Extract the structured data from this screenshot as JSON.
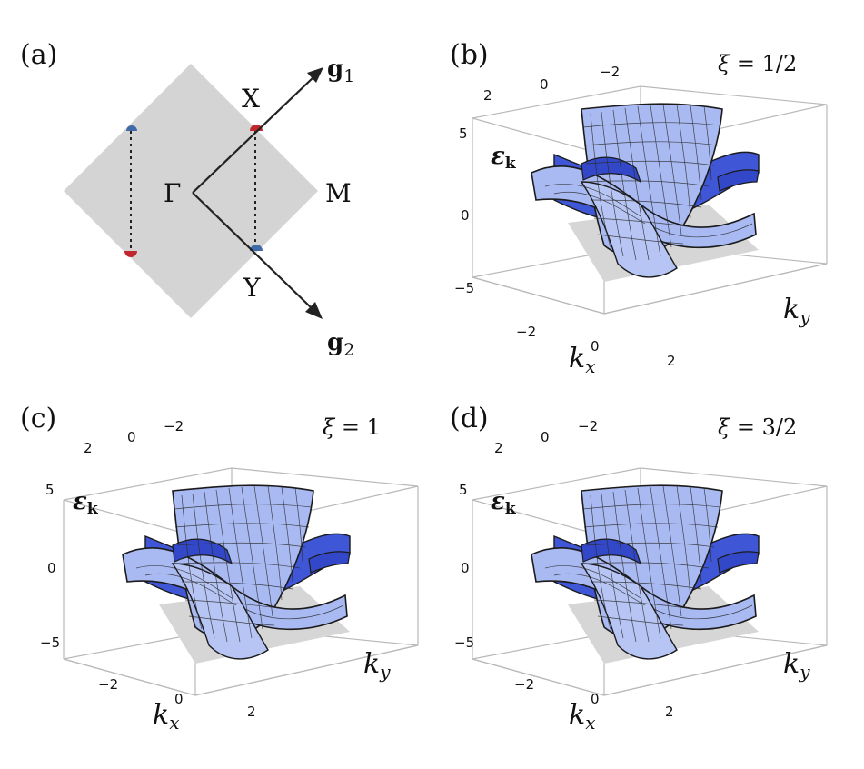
{
  "colors": {
    "bz_fill": "#d4d4d4",
    "surface_fill": "#a9b9f2",
    "surface_dark": "#3f57d6",
    "mesh": "#2a2a2a",
    "floor": "#d6d6d6",
    "box": "#b9b9b9",
    "point_red": "#c0282d",
    "point_blue": "#3f6aa8"
  },
  "panel_a": {
    "label": "(a)",
    "points": {
      "gamma": "Γ",
      "x": "X",
      "y": "Y",
      "m": "M"
    },
    "vectors": {
      "g1": {
        "base": "g",
        "sub": "1"
      },
      "g2": {
        "base": "g",
        "sub": "2"
      }
    }
  },
  "panels_3d": [
    {
      "label": "(b)",
      "xi_symbol": "ξ",
      "xi_value": " = 1/2"
    },
    {
      "label": "(c)",
      "xi_symbol": "ξ",
      "xi_value": " = 1"
    },
    {
      "label": "(d)",
      "xi_symbol": "ξ",
      "xi_value": " = 3/2"
    }
  ],
  "axes": {
    "energy": {
      "base": "ε",
      "sub": "k",
      "ticks": [
        "5",
        "0",
        "−5"
      ]
    },
    "kx": {
      "base": "k",
      "sub": "x",
      "ticks": [
        "−2",
        "0",
        "2"
      ]
    },
    "ky": {
      "base": "k",
      "sub": "y",
      "ticks": [
        "2",
        "0",
        "−2"
      ]
    }
  }
}
